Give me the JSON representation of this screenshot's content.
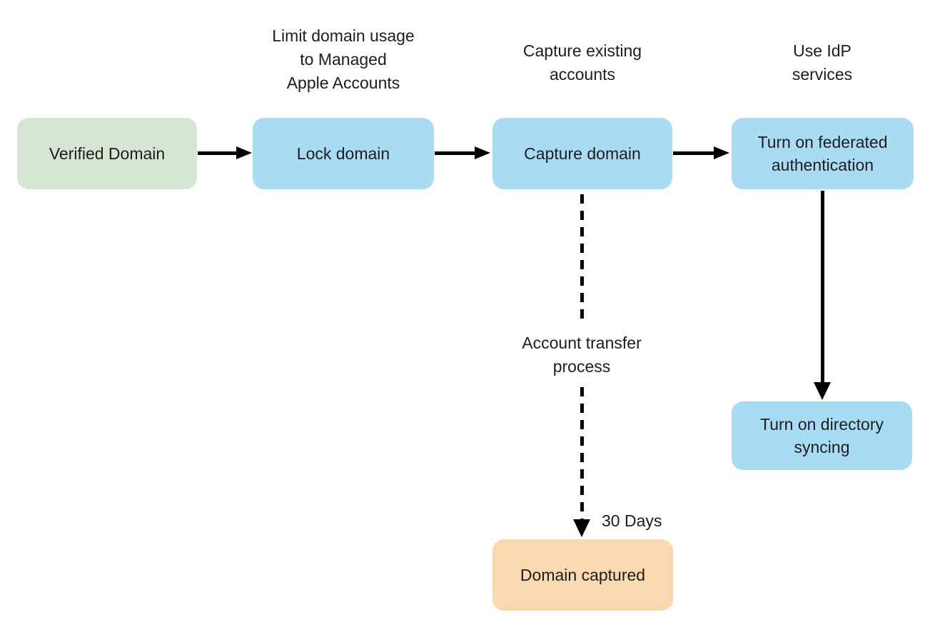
{
  "flowchart": {
    "nodes": {
      "verified_domain": {
        "label": "Verified Domain",
        "fill": "#d5e6d3"
      },
      "lock_domain": {
        "label": "Lock domain",
        "fill": "#a8dcf5"
      },
      "capture_domain": {
        "label": "Capture domain",
        "fill": "#a8dcf5"
      },
      "federated_auth": {
        "label": "Turn on federated\nauthentication",
        "fill": "#a8dcf5"
      },
      "directory_syncing": {
        "label": "Turn on directory\nsyncing",
        "fill": "#a8dcf5"
      },
      "domain_captured": {
        "label": "Domain captured",
        "fill": "#fad8b0"
      }
    },
    "annotations": {
      "lock_domain_note": "Limit domain usage\nto Managed\nApple Accounts",
      "capture_domain_note": "Capture existing\naccounts",
      "federated_auth_note": "Use IdP\nservices",
      "transfer_note": "Account transfer\nprocess",
      "duration_note": "30 Days"
    },
    "colors": {
      "node_green": "#d5e6d3",
      "node_blue": "#a8dcf5",
      "node_orange": "#fad8b0",
      "arrow": "#000000",
      "text": "#1d1d1f",
      "background": "#ffffff"
    }
  }
}
